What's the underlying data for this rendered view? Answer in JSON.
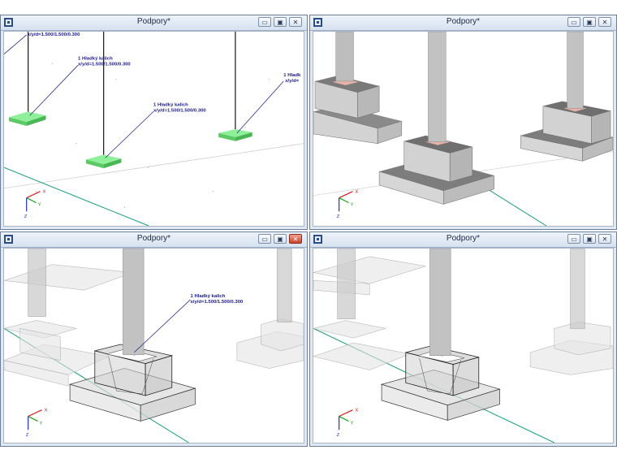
{
  "windows": [
    {
      "id": "tl",
      "title": "Podpory*",
      "close_hot": false
    },
    {
      "id": "tr",
      "title": "Podpory*",
      "close_hot": false
    },
    {
      "id": "bl",
      "title": "Podpory*",
      "close_hot": true
    },
    {
      "id": "br",
      "title": "Podpory*",
      "close_hot": false
    }
  ],
  "controls": {
    "minimize": "▭",
    "maximize": "▣",
    "close": "✕"
  },
  "support_label": {
    "line1": "1 Hladký kalich",
    "line2": "x/y/d=1.500/1.500/0.300"
  },
  "partial_labels": {
    "line2_cut": "x/y/d=1.500/1.500/0.300",
    "right_line1_cut": "1 Hladk",
    "right_line2_cut": "x/y/d="
  },
  "axes": {
    "x": "X",
    "y": "Y",
    "z": "Z"
  },
  "colors": {
    "footing_green": "#6fe27a",
    "axis_x": "#d21e1e",
    "axis_y": "#1c9e1c",
    "axis_z": "#1d2fbf",
    "label_blue": "#1a1a8a"
  }
}
